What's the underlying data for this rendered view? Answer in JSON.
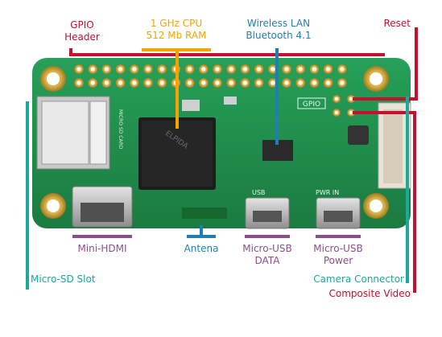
{
  "colors": {
    "gpio": "#c8102e",
    "cpu": "#f4a300",
    "wireless": "#1f7fb5",
    "sd": "#1aa99a",
    "hdmi": "#8b4f8e",
    "antenna": "#1f7fb5",
    "board": "#1f8a4c",
    "reset": "#c8102e",
    "composite": "#c8102e",
    "camera": "#1aa99a"
  },
  "labels": {
    "gpio_line1": "GPIO",
    "gpio_line2": "Header",
    "cpu_line1": "1 GHz CPU",
    "cpu_line2": "512 Mb RAM",
    "wireless_line1": "Wireless LAN",
    "wireless_line2": "Bluetooth 4.1",
    "reset": "Reset",
    "mini_hdmi": "Mini-HDMI",
    "antenna": "Antena",
    "usb_data_line1": "Micro-USB",
    "usb_data_line2": "DATA",
    "usb_power_line1": "Micro-USB",
    "usb_power_line2": "Power",
    "micro_sd": "Micro-SD Slot",
    "camera": "Camera Connector",
    "composite": "Composite Video"
  },
  "board_text": {
    "gpio_silk": "GPIO",
    "usb_silk": "USB",
    "pwr_silk": "PWR IN",
    "chip": "ELPIDA",
    "sd_text": "MICRO SD CARD"
  }
}
